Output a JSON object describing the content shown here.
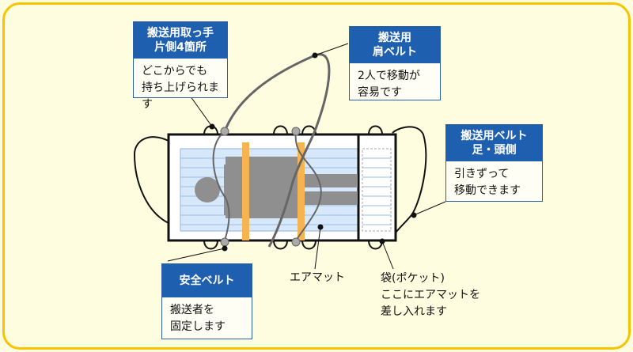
{
  "callouts": {
    "handles": {
      "title": "搬送用取っ手\n片側4箇所",
      "text": "どこからでも\n持ち上げられます"
    },
    "shoulder_belt": {
      "title": "搬送用\n肩ベルト",
      "text": "2人で移動が\n容易です"
    },
    "foot_head_belt": {
      "title": "搬送用ベルト\n足・頭側",
      "text": "引きずって\n移動できます"
    },
    "safety_belt": {
      "title": "安全ベルト",
      "text": "搬送者を\n固定します"
    }
  },
  "labels": {
    "air_mat": "エアマット",
    "pocket": "袋(ポケット)\nここにエアマットを\n差し入れます"
  },
  "colors": {
    "frame_border": "#f6c400",
    "background": "#fffde0",
    "callout_header": "#1f5fb0",
    "safety_belt": "#f5b351",
    "air_mat": "#d7e8fb",
    "person": "#8f8f8f"
  }
}
